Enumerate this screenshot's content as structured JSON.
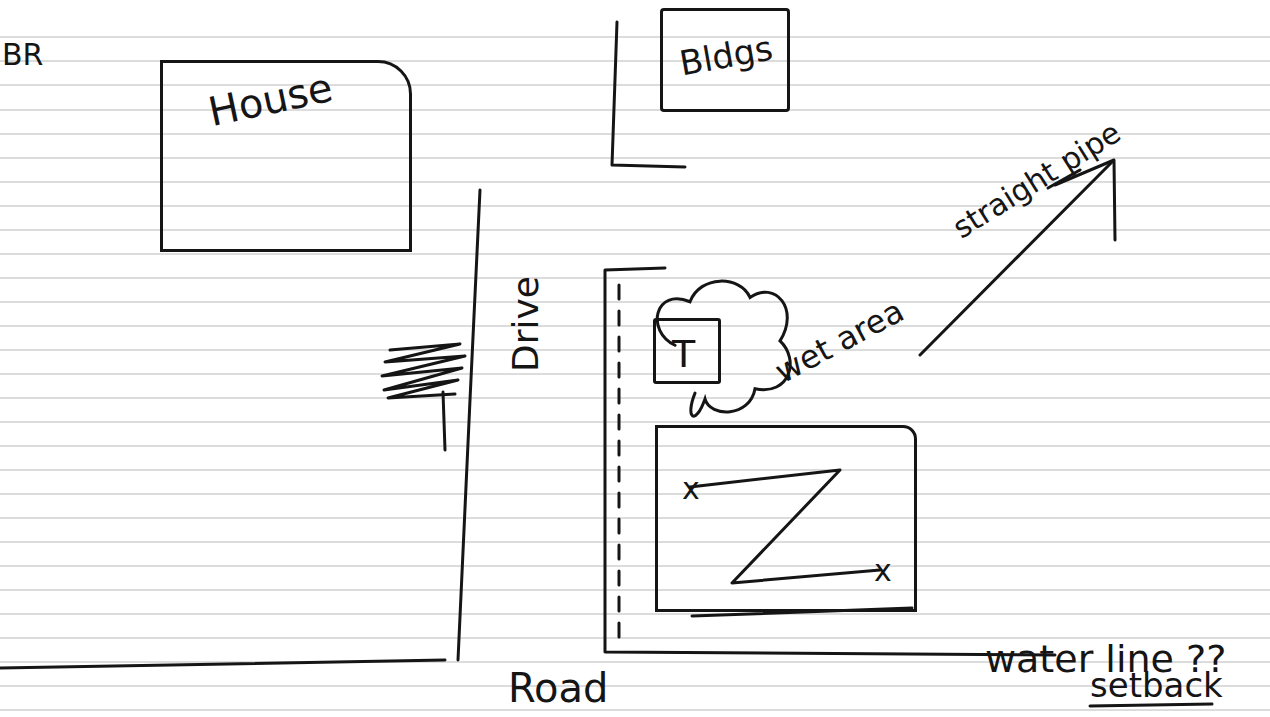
{
  "diagram": {
    "nodes": [
      {
        "text": [
          "House"
        ]
      },
      {
        "text": [
          "Bldgs"
        ]
      },
      {
        "text": [
          "wet area"
        ]
      },
      {
        "text": [
          "T"
        ],
        "in": 2
      },
      {
        "text": [
          "x",
          "x"
        ]
      }
    ],
    "labels": [
      "BR",
      "Drive",
      "Road",
      "straight pipe",
      "water line ??",
      "setback"
    ]
  }
}
